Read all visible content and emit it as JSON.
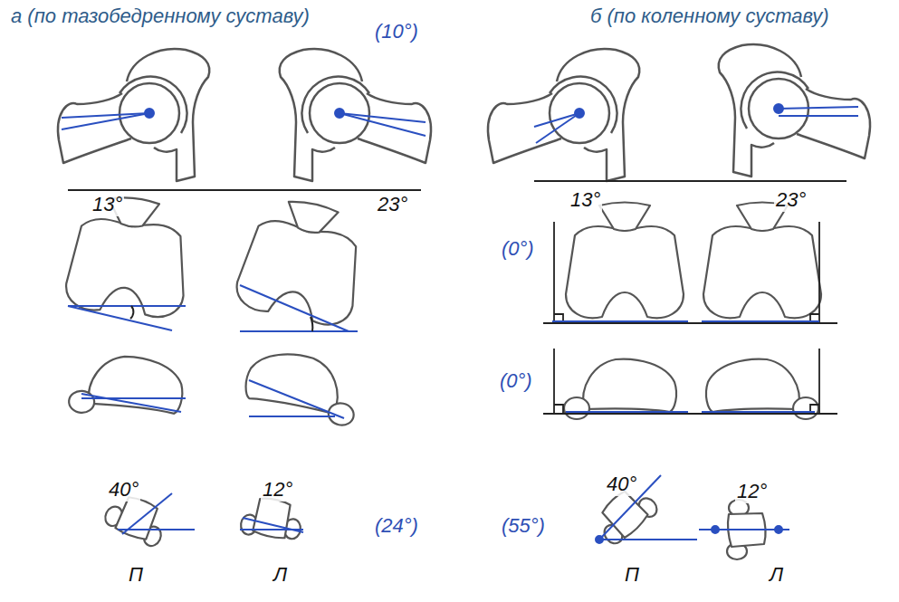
{
  "diagram": {
    "labels": [
      "а (по тазобедренному суставу)",
      "б (по коленному суставу)",
      "(10°)",
      "13°",
      "23°",
      "13°",
      "23°",
      "(0°)",
      "(0°)",
      "40°",
      "12°",
      "(24°)",
      "(55°)",
      "40°",
      "12°",
      "П",
      "Л",
      "П",
      "Л"
    ]
  }
}
